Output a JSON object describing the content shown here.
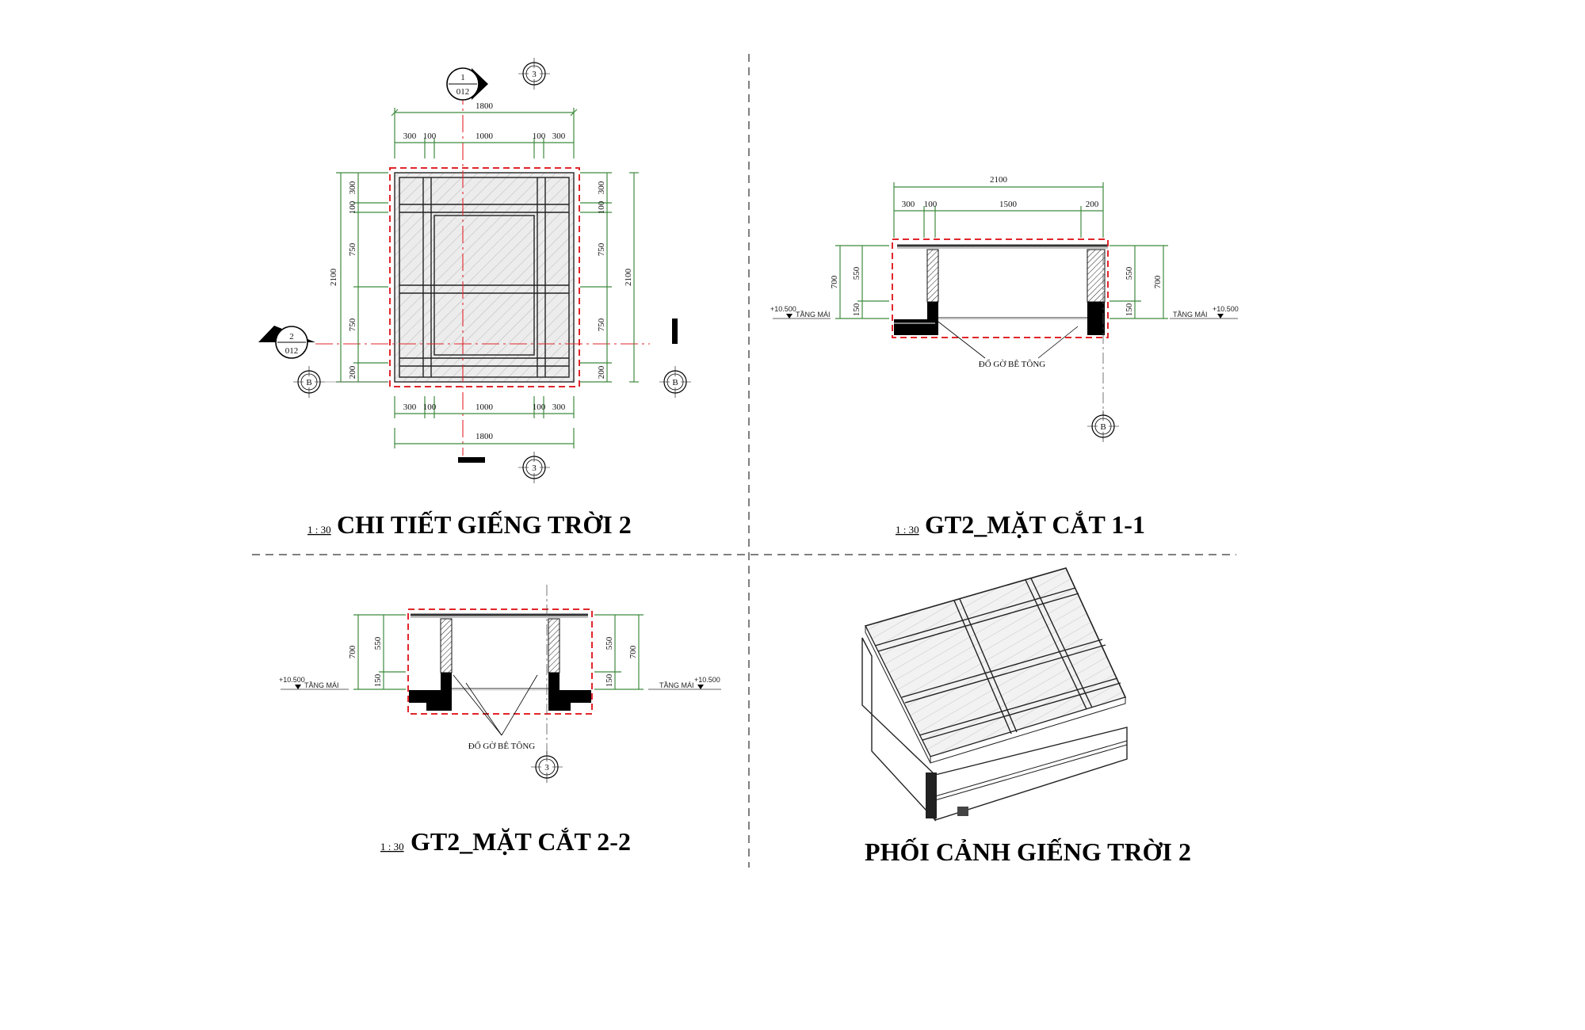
{
  "panels": {
    "plan": {
      "scale": "1 : 30",
      "title": "CHI TIẾT GIẾNG TRỜI 2",
      "total_width": "1800",
      "top_dims": [
        "300",
        "100",
        "1000",
        "100",
        "300"
      ],
      "bottom_dims": [
        "300",
        "100",
        "1000",
        "100",
        "300"
      ],
      "left_total": "2100",
      "left_dims": [
        "300",
        "100",
        "750",
        "750",
        "200"
      ],
      "right_total": "2100",
      "right_dims": [
        "300",
        "100",
        "750",
        "750",
        "200"
      ],
      "section_marker_1": {
        "num": "1",
        "sheet": "012"
      },
      "section_marker_2": {
        "num": "2",
        "sheet": "012"
      },
      "grid_3": "3",
      "grid_b": "B"
    },
    "section_1_1": {
      "scale": "1 : 30",
      "title": "GT2_MẶT CẮT 1-1",
      "total_width": "2100",
      "top_dims": [
        "300",
        "100",
        "1500",
        "200"
      ],
      "left_dims": [
        "700",
        "550",
        "150"
      ],
      "right_dims": [
        "550",
        "700",
        "150"
      ],
      "level_value": "+10.500",
      "level_name": "TẦNG MÁI",
      "note": "ĐỔ GỜ BÊ TÔNG",
      "grid_b": "B"
    },
    "section_2_2": {
      "scale": "1 : 30",
      "title": "GT2_MẶT CẮT 2-2",
      "left_dims": [
        "700",
        "550",
        "150"
      ],
      "right_dims": [
        "550",
        "700",
        "150"
      ],
      "level_value": "+10.500",
      "level_name": "TẦNG MÁI",
      "note": "ĐỔ GỜ BÊ TÔNG",
      "grid_3": "3"
    },
    "perspective": {
      "title": "PHỐI CẢNH GIẾNG TRỜI 2"
    }
  },
  "colors": {
    "dimension": "#3f8a3f",
    "highlight": "#e0262b",
    "ink": "#000000"
  }
}
